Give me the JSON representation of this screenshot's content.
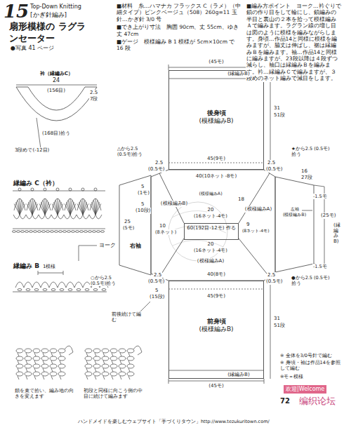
{
  "diagram": {
    "title": "扇形模様の ラグランセーター",
    "nodes": [
      {
        "text": [
          "衿（縁編みC）"
        ]
      },
      {
        "text": [
          "後身頃",
          "(模様編みB)"
        ]
      },
      {
        "text": [
          "(模様編みA)"
        ]
      },
      {
        "text": [
          "60(192目-12モ) 作る"
        ],
        "in": 2
      },
      {
        "text": [
          "右袖"
        ]
      },
      {
        "text": [
          "左袖",
          "(模様編みB)"
        ]
      },
      {
        "text": [
          "前身頃",
          "(模様編みB)"
        ]
      }
    ],
    "labels": [
      "15",
      "Top-Down Knitting",
      "[かぎ針編み]",
      "●写真 41 ページ",
      "■材料　糸…ハマナカ フラックス C（ラメ）（中細タイプ）ピンクベージュ（508）260g=11 玉　針…かぎ針 3/0 号",
      "■でき上がり寸法　胸囲 90cm、丈 55cm、ゆき丈 47cm",
      "■ゲージ　模様編み B 1 模様が 5cm×10cm で 16 段",
      "■編み方ポイント　ヨーク…衿ぐりで鎖の作り目をして輪にし、鎖編みの半目と裏山の２本を拾って模様編みＡで編みます。ラグラン線の増し目は図のように模様を編みながらします。身頃…作品14と同様に模様を編みますが、脇丈は伸ばし、裾は縁編みＢを編みます。袖…作品14と同様に編みますが、23段以降は４段ずつ減らし、袖口は縁編みＢを編みます。衿…縁編みＣで編みますが、３段めのネット編みで減目をします。",
      "24",
      "(156目)",
      "2.5",
      "7段",
      "(168目)拾う",
      "3段めで(-12目)",
      "縁編み C（衿）",
      "ヨーク",
      "縁編み B",
      "1模様",
      "鎖を束で拾い、編み地の向きを変えます",
      "初段と同様に向こう側の中目に続けて編みます",
      "(45モ)",
      "(縁編みB)",
      "31",
      "51段",
      "45(9モ)",
      "2.5",
      "(0.5モ)",
      "2.5",
      "(0.5モ)",
      "△から2.5 (0.5モ)拾う",
      "★から2.5 (0.5モ)拾う",
      "40(10ネット-8モ)",
      "(模様編みB)",
      "18",
      "20",
      "(16ネット-4モ)",
      "(模様編みA)",
      "10",
      "(8ネット)",
      "9",
      "(8ネット-4モ)",
      "20",
      "(16ネット-4モ)",
      "(模様編みA)",
      "40(8モ)",
      "2.5",
      "(0.5モ)",
      "2.5",
      "(0.5モ)",
      "○から2.5 (0.5モ)拾う",
      "●から2.5 (0.5モ)拾う",
      "5",
      "(1モ)",
      "5",
      "(10段)",
      "25",
      "(5モ)",
      "16",
      "27段",
      "-1.5モ",
      "(25モ)",
      "(縁編みB)",
      "-1.5モ",
      "45(9モ)",
      "5",
      "(15段)",
      "前後続けて編む",
      "(縁編みB)",
      "(45モ)",
      "31",
      "51段",
      "※ 全体を3/0号針で編む",
      "※ 身頃・袖は作品14を参照して編む",
      "※モ＝模様",
      "欢迎|Welcome",
      "72",
      "编织论坛",
      "ハンドメイドを楽しむウェブサイト「手づくりタウン」http://www.tezukuritown.com/"
    ]
  }
}
